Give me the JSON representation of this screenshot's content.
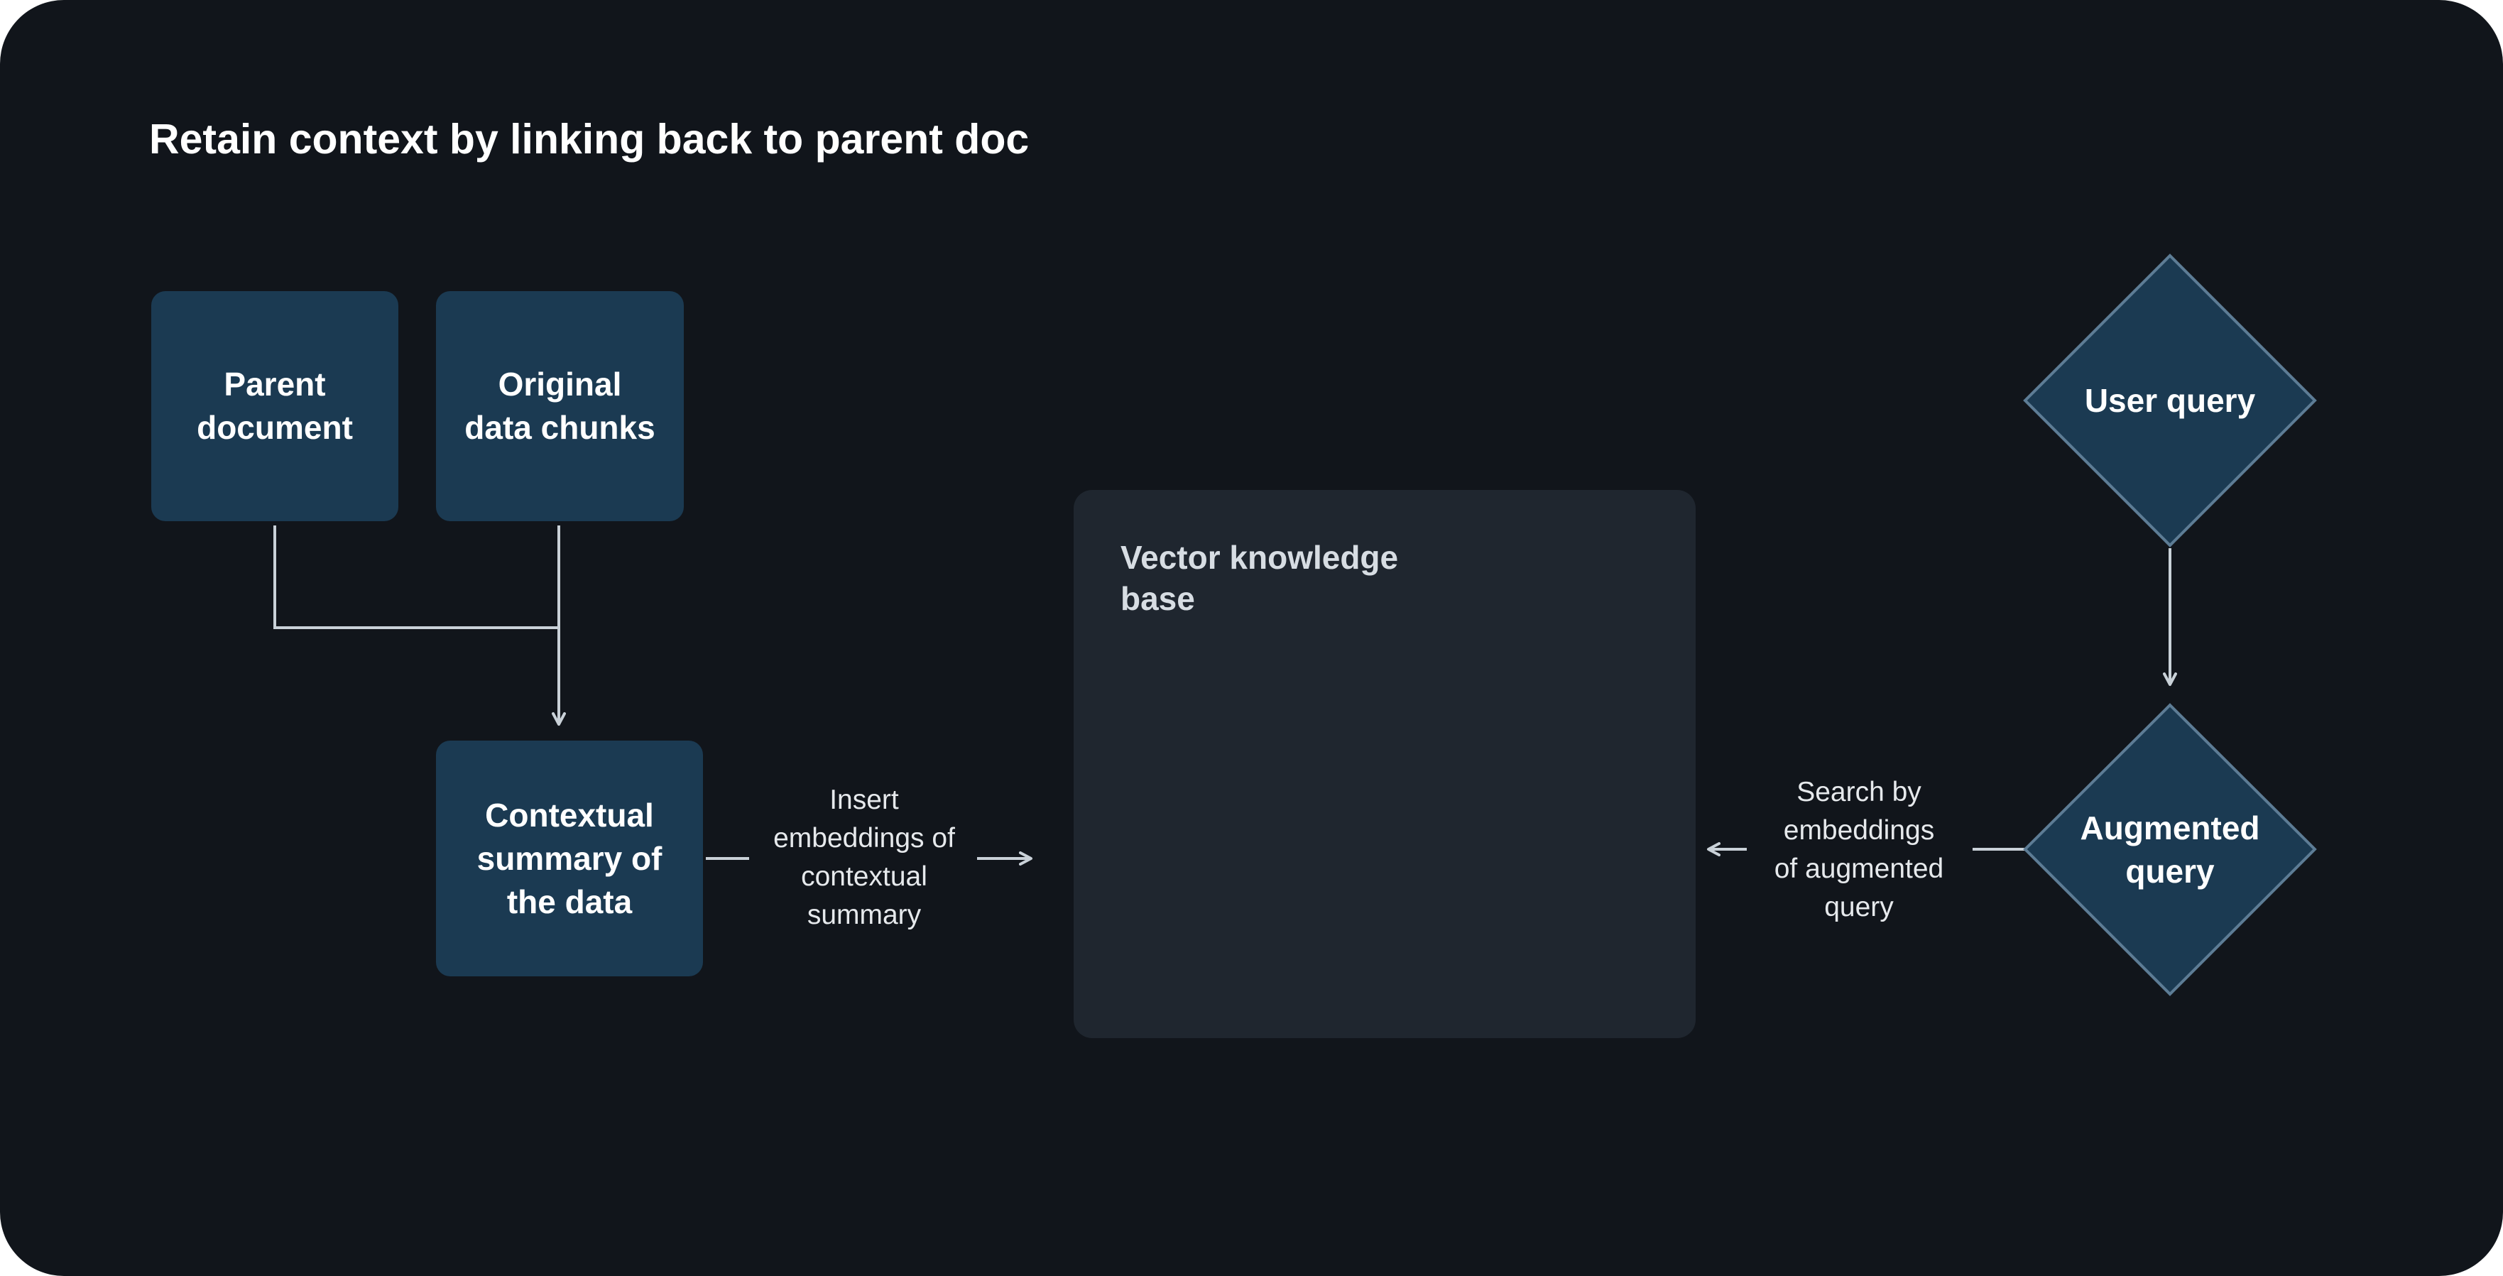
{
  "title": "Retain context by linking back to parent doc",
  "nodes": {
    "parent_document": "Parent\ndocument",
    "original_chunks": "Original\ndata chunks",
    "contextual_summary": "Contextual\nsummary of\nthe data",
    "knowledge_base": "Vector knowledge\nbase",
    "user_query": "User query",
    "augmented_query": "Augmented\nquery"
  },
  "edges": {
    "insert_label": "Insert\nembeddings of\ncontextual\nsummary",
    "search_label": "Search by\nembeddings\nof augmented\nquery"
  },
  "colors": {
    "background": "#11151b",
    "node_fill": "#1b3a52",
    "node_stroke": "#5d7c95",
    "panel_fill": "#1f262f",
    "connector": "#c9d1d8",
    "highlight": "#c8e632"
  },
  "icons": {
    "embedding_cluster": "vector-bubbles-illustration"
  }
}
